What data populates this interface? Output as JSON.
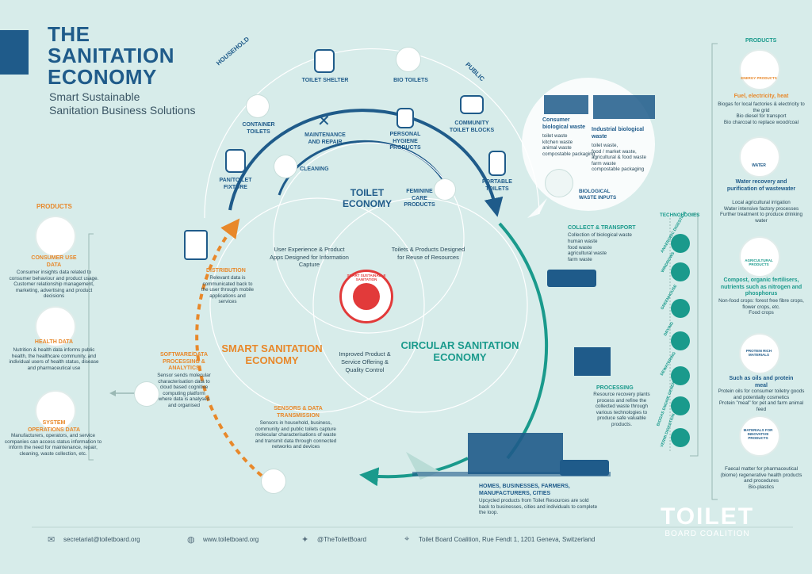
{
  "header": {
    "title_line1": "THE",
    "title_line2": "SANITATION",
    "title_line3": "ECONOMY",
    "subtitle_line1": "Smart Sustainable",
    "subtitle_line2": "Sanitation Business Solutions"
  },
  "toilet_economy": {
    "title_line1": "TOILET",
    "title_line2": "ECONOMY",
    "arc_left": "HOUSEHOLD",
    "arc_right": "PUBLIC",
    "nodes": {
      "toilet_shelter": "TOILET SHELTER",
      "bio_toilets": "BIO TOILETS",
      "container_toilets": "CONTAINER TOILETS",
      "maintenance": "MAINTENANCE AND REPAIR",
      "hygiene": "PERSONAL HYGIENE PRODUCTS",
      "community": "COMMUNITY TOILET BLOCKS",
      "pan": "PAN/TOILET FIXTURE",
      "cleaning": "CLEANING",
      "feminine": "FEMININE CARE PRODUCTS",
      "portable": "PORTABLE TOILETS"
    }
  },
  "center": {
    "ux": "User Experience & Product Apps Designed for Information Capture",
    "toilets_products": "Toilets & Products Designed for Reuse of Resources",
    "improved": "Improved Product & Service Offering & Quality Control",
    "badge": "SMART SUSTAINABLE SANITATION"
  },
  "smart": {
    "title_line1": "SMART SANITATION",
    "title_line2": "ECONOMY",
    "distribution_title": "DISTRIBUTION",
    "distribution_text": "Relevant data is communicated back to the user through mobile applications and services",
    "software_title": "SOFTWARE/DATA PROCESSING & ANALYTICS",
    "software_text": "Sensor sends molecular characterisation data to cloud based cognitive computing platform where data is analysed and organised",
    "sensors_title": "SENSORS & DATA TRANSMISSION",
    "sensors_text": "Sensors in household, business, community and public toilets capture molecular characterisations of waste and transmit data through connected networks and devices"
  },
  "circular": {
    "title_line1": "CIRCULAR SANITATION",
    "title_line2": "ECONOMY",
    "collect_title": "COLLECT & TRANSPORT",
    "collect_intro": "Collection of biological waste",
    "collect_items": [
      "human waste",
      "food waste",
      "agricultural waste",
      "farm waste"
    ],
    "processing_title": "PROCESSING",
    "processing_text": "Resource recovery plants process and refine the collected waste through various technologies to produce safe valuable products.",
    "homes_title": "HOMES, BUSINESSES, FARMERS, MANUFACTURERS, CITIES",
    "homes_text": "Upcycled products from Toilet Resources are sold back to businesses, cities and individuals to complete the loop."
  },
  "inputs": {
    "consumer_title": "Consumer biological waste",
    "consumer_items": [
      "toilet waste",
      "kitchen waste",
      "animal waste",
      "compostable packaging"
    ],
    "industrial_title": "Industrial biological waste",
    "industrial_items": [
      "toilet waste,",
      "food / market waste,",
      "agricultural & food waste",
      "farm waste",
      "compostable packaging"
    ],
    "label": "BIOLOGICAL WASTE INPUTS"
  },
  "technologies": {
    "heading": "TECHNOLOGIES",
    "items": [
      "ANAEROBIC DIGESTION",
      "WINDROWS",
      "GREENHOUSE",
      "DRYING",
      "DEWATERING",
      "BIOGAS ENGINE GENERATOR",
      "VERMI DIGESTION"
    ]
  },
  "left_products": {
    "heading": "PRODUCTS",
    "consumer_title": "CONSUMER USE DATA",
    "consumer_text": "Consumer insights data related to consumer behaviour and product usage. Customer relationship management, marketing, advertising and product decisions",
    "health_title": "HEALTH DATA",
    "health_text": "Nutrition & health data informs public health, the healthcare community, and individual users of health status, disease and pharmaceutical use",
    "system_title": "SYSTEM OPERATIONS DATA",
    "system_text": "Manufacturers, operators, and service companies can access status information to inform the need for maintenance, repair, cleaning, waste collection, etc."
  },
  "right_products": {
    "heading": "PRODUCTS",
    "energy_label": "ENERGY PRODUCTS",
    "energy_title": "Fuel, electricity, heat",
    "energy_items": [
      "Biogas for local factories & electricity to the grid",
      "Bio diesel for transport",
      "Bio charcoal to replace wood/coal"
    ],
    "water_label": "WATER",
    "water_title": "Water recovery and purification of wastewater",
    "water_items": [
      "Local agricultural irrigation",
      "Water intensive factory processes",
      "Further treatment to produce drinking water"
    ],
    "agri_label": "AGRICULTURAL PRODUCTS",
    "agri_title": "Compost, organic fertilisers, nutrients such as nitrogen and phosphorus",
    "agri_items": [
      "Non-food crops: forest free fibre crops, flower crops, etc.",
      "Food crops"
    ],
    "protein_label": "PROTEIN RICH MATERIALS",
    "protein_title": "Such as oils and protein meal",
    "protein_items": [
      "Protein oils for consumer toiletry goods and potentially cosmetics",
      "Protein \"meal\" for pet and farm animal feed"
    ],
    "materials_label": "Materials for INNOVATIVE PRODUCTS",
    "materials_items": [
      "Faecal matter for pharmaceutical (biome) regenerative health products and procedures",
      "Bio-plastics"
    ]
  },
  "footer": {
    "email": "secretariat@toiletboard.org",
    "web": "www.toiletboard.org",
    "twitter": "@TheToiletBoard",
    "address": "Toilet Board Coalition, Rue Fendt 1, 1201 Geneva, Switzerland",
    "logo_line1": "TOILET",
    "logo_line2": "BOARD COALITION"
  },
  "colors": {
    "navy": "#1f5b8a",
    "teal": "#1a9a8c",
    "orange": "#e8882a",
    "background": "#d7ecea",
    "badge_red": "#e23a3a"
  }
}
